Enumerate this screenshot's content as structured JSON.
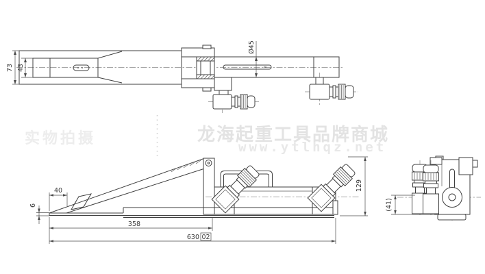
{
  "page": {
    "background": "#ffffff",
    "line_color": "#3f3f3f",
    "dimension_color": "#4a4a4a",
    "centerline_color": "#8a8a8a",
    "watermark_color": "#e5e5e5"
  },
  "watermarks": {
    "photo_label": "实物拍摄",
    "brand": "龙海起重工具品牌商城",
    "website": "www.ytlhqz.net"
  },
  "dimensions": {
    "top_view": {
      "overall_width": "73",
      "jaw_opening": "43",
      "cylinder_diameter": "Ø45"
    },
    "side_view": {
      "tip_length": "40",
      "tip_thickness": "6",
      "wedge_length": "358",
      "overall_length": "630",
      "overall_length_box": "02",
      "overall_height": "129"
    },
    "end_view": {
      "port_height": "(41)"
    }
  }
}
